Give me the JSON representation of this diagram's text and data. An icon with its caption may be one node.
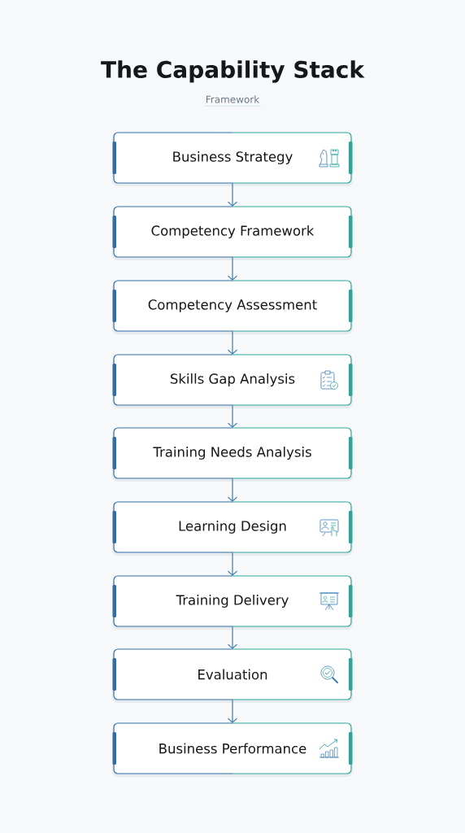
{
  "diagram": {
    "title": "The Capability Stack",
    "nodes": [
      {
        "text": [
          "Business Strategy"
        ]
      },
      {
        "text": [
          "Competency Framework"
        ]
      },
      {
        "text": [
          "Competency Assessment"
        ]
      },
      {
        "text": [
          "Skills Gap Analysis"
        ]
      },
      {
        "text": [
          "Training Needs Analysis"
        ]
      },
      {
        "text": [
          "Learning Design"
        ]
      },
      {
        "text": [
          "Training Delivery"
        ]
      },
      {
        "text": [
          "Evaluation"
        ]
      },
      {
        "text": [
          "Business Performance"
        ]
      }
    ],
    "edges": [
      {
        "from": 0,
        "to": 1,
        "arrow": "to"
      },
      {
        "from": 1,
        "to": 2,
        "arrow": "to"
      },
      {
        "from": 2,
        "to": 3,
        "arrow": "to"
      },
      {
        "from": 3,
        "to": 4,
        "arrow": "to"
      },
      {
        "from": 4,
        "to": 5,
        "arrow": "to"
      },
      {
        "from": 5,
        "to": 6,
        "arrow": "to"
      },
      {
        "from": 6,
        "to": 7,
        "arrow": "to"
      },
      {
        "from": 7,
        "to": 8,
        "arrow": "to"
      }
    ],
    "labels": [
      "Framework"
    ]
  }
}
